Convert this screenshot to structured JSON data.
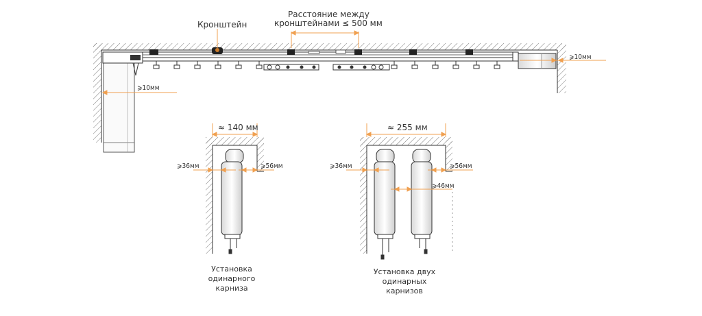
{
  "labels": {
    "bracket": "Кронштейн",
    "distance_line1": "Расстояние между",
    "distance_line2": "кронштейнами  ≤ 500 мм",
    "right_gap": "⩾10мм",
    "left_gap": "⩾10мм",
    "single_width": "≈ 140 мм",
    "single_left": "⩾36мм",
    "single_right": "⩾56мм",
    "double_width": "≈ 255 мм",
    "double_left": "⩾36мм",
    "double_right": "⩾56мм",
    "double_between": "⩾46мм"
  },
  "captions": {
    "single": [
      "Установка",
      "одинарного",
      "карниза"
    ],
    "double": [
      "Установка двух",
      "одинарных",
      "карнизов"
    ]
  },
  "colors": {
    "accent": "#f0a050",
    "line": "#333333",
    "hatch": "#777777",
    "marker": "#c87a2a"
  }
}
